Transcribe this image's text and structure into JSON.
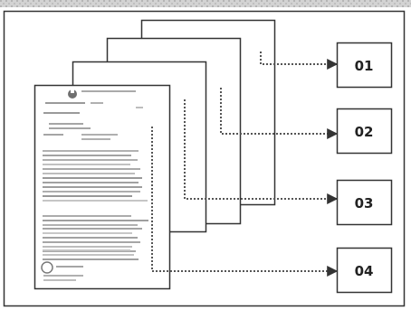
{
  "colors": {
    "line": "#333333",
    "dots": "#555555",
    "page": "#ffffff",
    "text_gray": "#8a8a8a",
    "strip": "#c9c9c9"
  },
  "labels": [
    {
      "text": "01"
    },
    {
      "text": "02"
    },
    {
      "text": "03"
    },
    {
      "text": "04"
    }
  ]
}
